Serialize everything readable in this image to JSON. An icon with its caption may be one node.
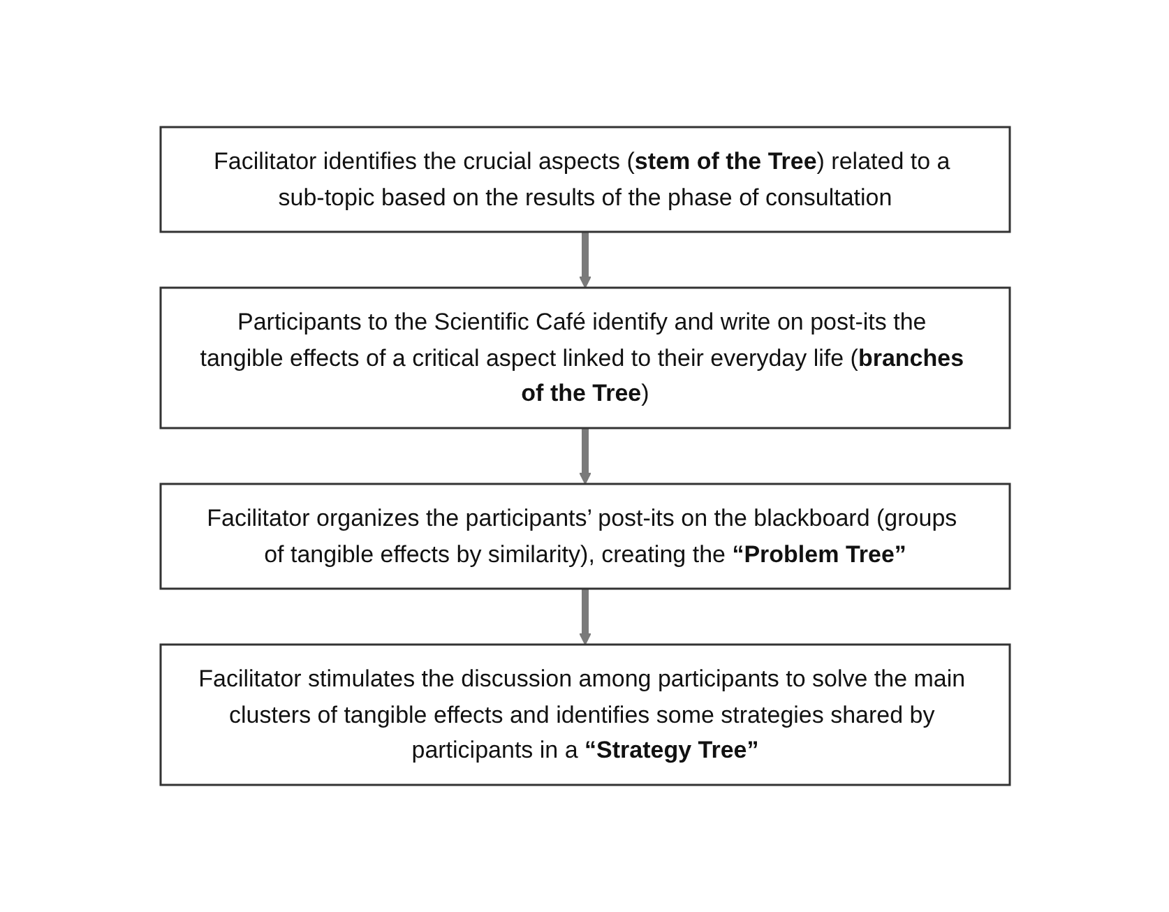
{
  "diagram": {
    "nodes": [
      {
        "text": [
          "Facilitator identifies the crucial aspects (**stem of the Tree**) related to a sub-topic based on the results of the phase of consultation"
        ]
      },
      {
        "text": [
          "Participants to the Scientific Café identify and write on post-its the tangible effects of a critical aspect linked to their everyday life (**branches of the Tree**)"
        ]
      },
      {
        "text": [
          "Facilitator organizes the participants’ post-its on the blackboard (groups of tangible effects by similarity), creating the **“Problem Tree”**"
        ]
      },
      {
        "text": [
          "Facilitator stimulates the discussion among participants to solve the main clusters of tangible effects and identifies some strategies shared by participants in a **“Strategy Tree”**"
        ]
      }
    ],
    "edges": [
      {
        "from": 0,
        "to": 1,
        "arrow": "to"
      },
      {
        "from": 1,
        "to": 2,
        "arrow": "to"
      },
      {
        "from": 2,
        "to": 3,
        "arrow": "to"
      }
    ]
  }
}
